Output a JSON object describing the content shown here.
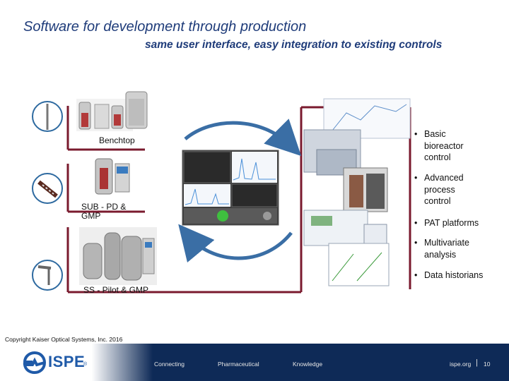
{
  "slide": {
    "title": "Software for development through production",
    "subtitle": "same user interface, easy integration to existing controls"
  },
  "scales": {
    "benchtop_label": "Benchtop",
    "sub_label_line1": "SUB - PD &",
    "sub_label_line2": "GMP",
    "ss_label": "SS - Pilot & GMP"
  },
  "bullets": [
    {
      "line1": "Basic",
      "line2": "bioreactor",
      "line3": "control"
    },
    {
      "line1": "Advanced",
      "line2": "process",
      "line3": "control"
    },
    {
      "line1": "PAT platforms"
    },
    {
      "line1": "Multivariate",
      "line2": "analysis"
    },
    {
      "line1": "Data historians"
    }
  ],
  "bullet_glyph": "•",
  "copyright": "Copyright Kaiser Optical Systems, Inc. 2016",
  "footer": {
    "logo_text": "ISPE",
    "logo_mark": "®",
    "items": [
      "Connecting",
      "Pharmaceutical",
      "Knowledge"
    ],
    "url": "ispe.org",
    "divider": "|",
    "page_number": "10"
  },
  "colors": {
    "title": "#1f3c7a",
    "bracket": "#7a1a2e",
    "arrow": "#3a6ea5",
    "footer_bg": "#0e2a57"
  }
}
